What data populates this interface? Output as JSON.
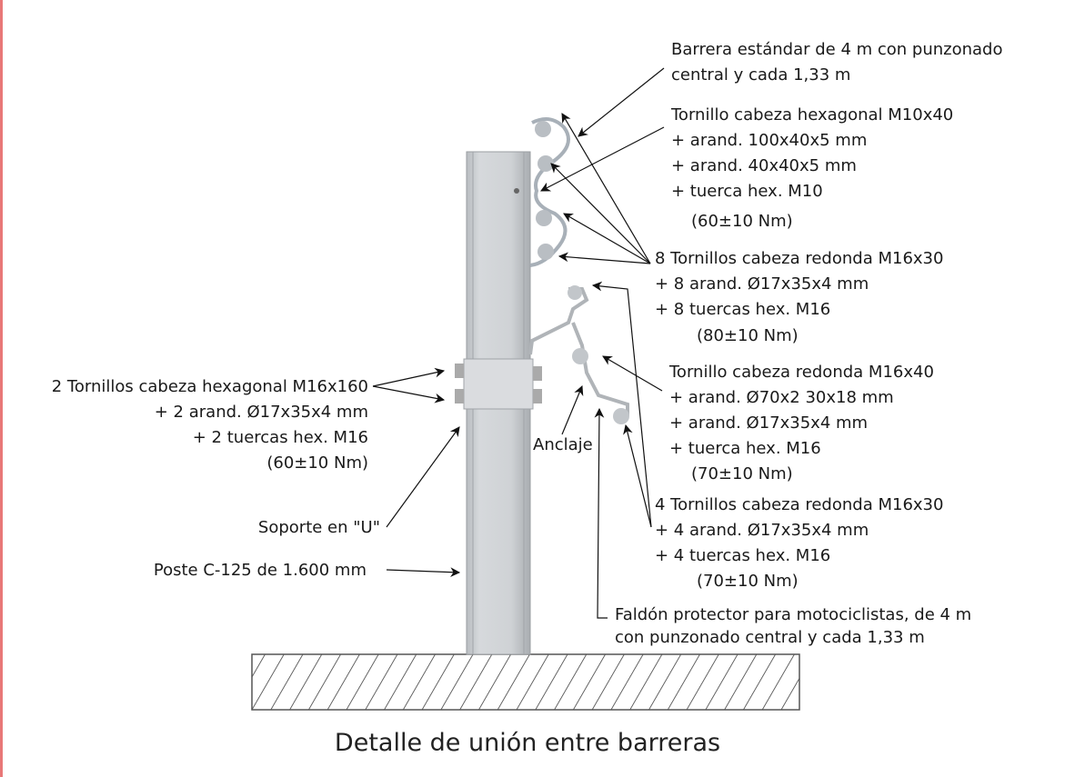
{
  "title": "Detalle de unión entre barreras",
  "labels": {
    "barrera": [
      "Barrera estándar de 4 m con punzonado",
      "central y cada 1,33 m"
    ],
    "tornillo_m10": [
      "Tornillo cabeza hexagonal M10x40",
      "+ arand. 100x40x5 mm",
      "+ arand. 40x40x5 mm",
      "+ tuerca hex. M10",
      "(60±10 Nm)"
    ],
    "tornillos_8": [
      "8 Tornillos cabeza redonda M16x30",
      "+ 8 arand. Ø17x35x4 mm",
      "+ 8 tuercas hex. M16",
      "(80±10 Nm)"
    ],
    "tornillo_m16x40": [
      "Tornillo cabeza redonda M16x40",
      "+ arand. Ø70x2 30x18 mm",
      "+ arand. Ø17x35x4 mm",
      "+ tuerca hex. M16",
      "(70±10 Nm)"
    ],
    "tornillos_4": [
      "4 Tornillos cabeza redonda M16x30",
      "+ 4 arand. Ø17x35x4 mm",
      "+ 4 tuercas hex. M16",
      "(70±10 Nm)"
    ],
    "faldon": [
      "Faldón protector para motociclistas, de 4 m",
      "con punzonado central y cada 1,33 m"
    ],
    "tornillos_2": [
      "2 Tornillos cabeza hexagonal M16x160",
      "+ 2 arand. Ø17x35x4 mm",
      "+ 2 tuercas hex. M16",
      "(60±10 Nm)"
    ],
    "soporte": "Soporte en \"U\"",
    "poste": "Poste C-125 de 1.600 mm",
    "anclaje": "Anclaje"
  }
}
